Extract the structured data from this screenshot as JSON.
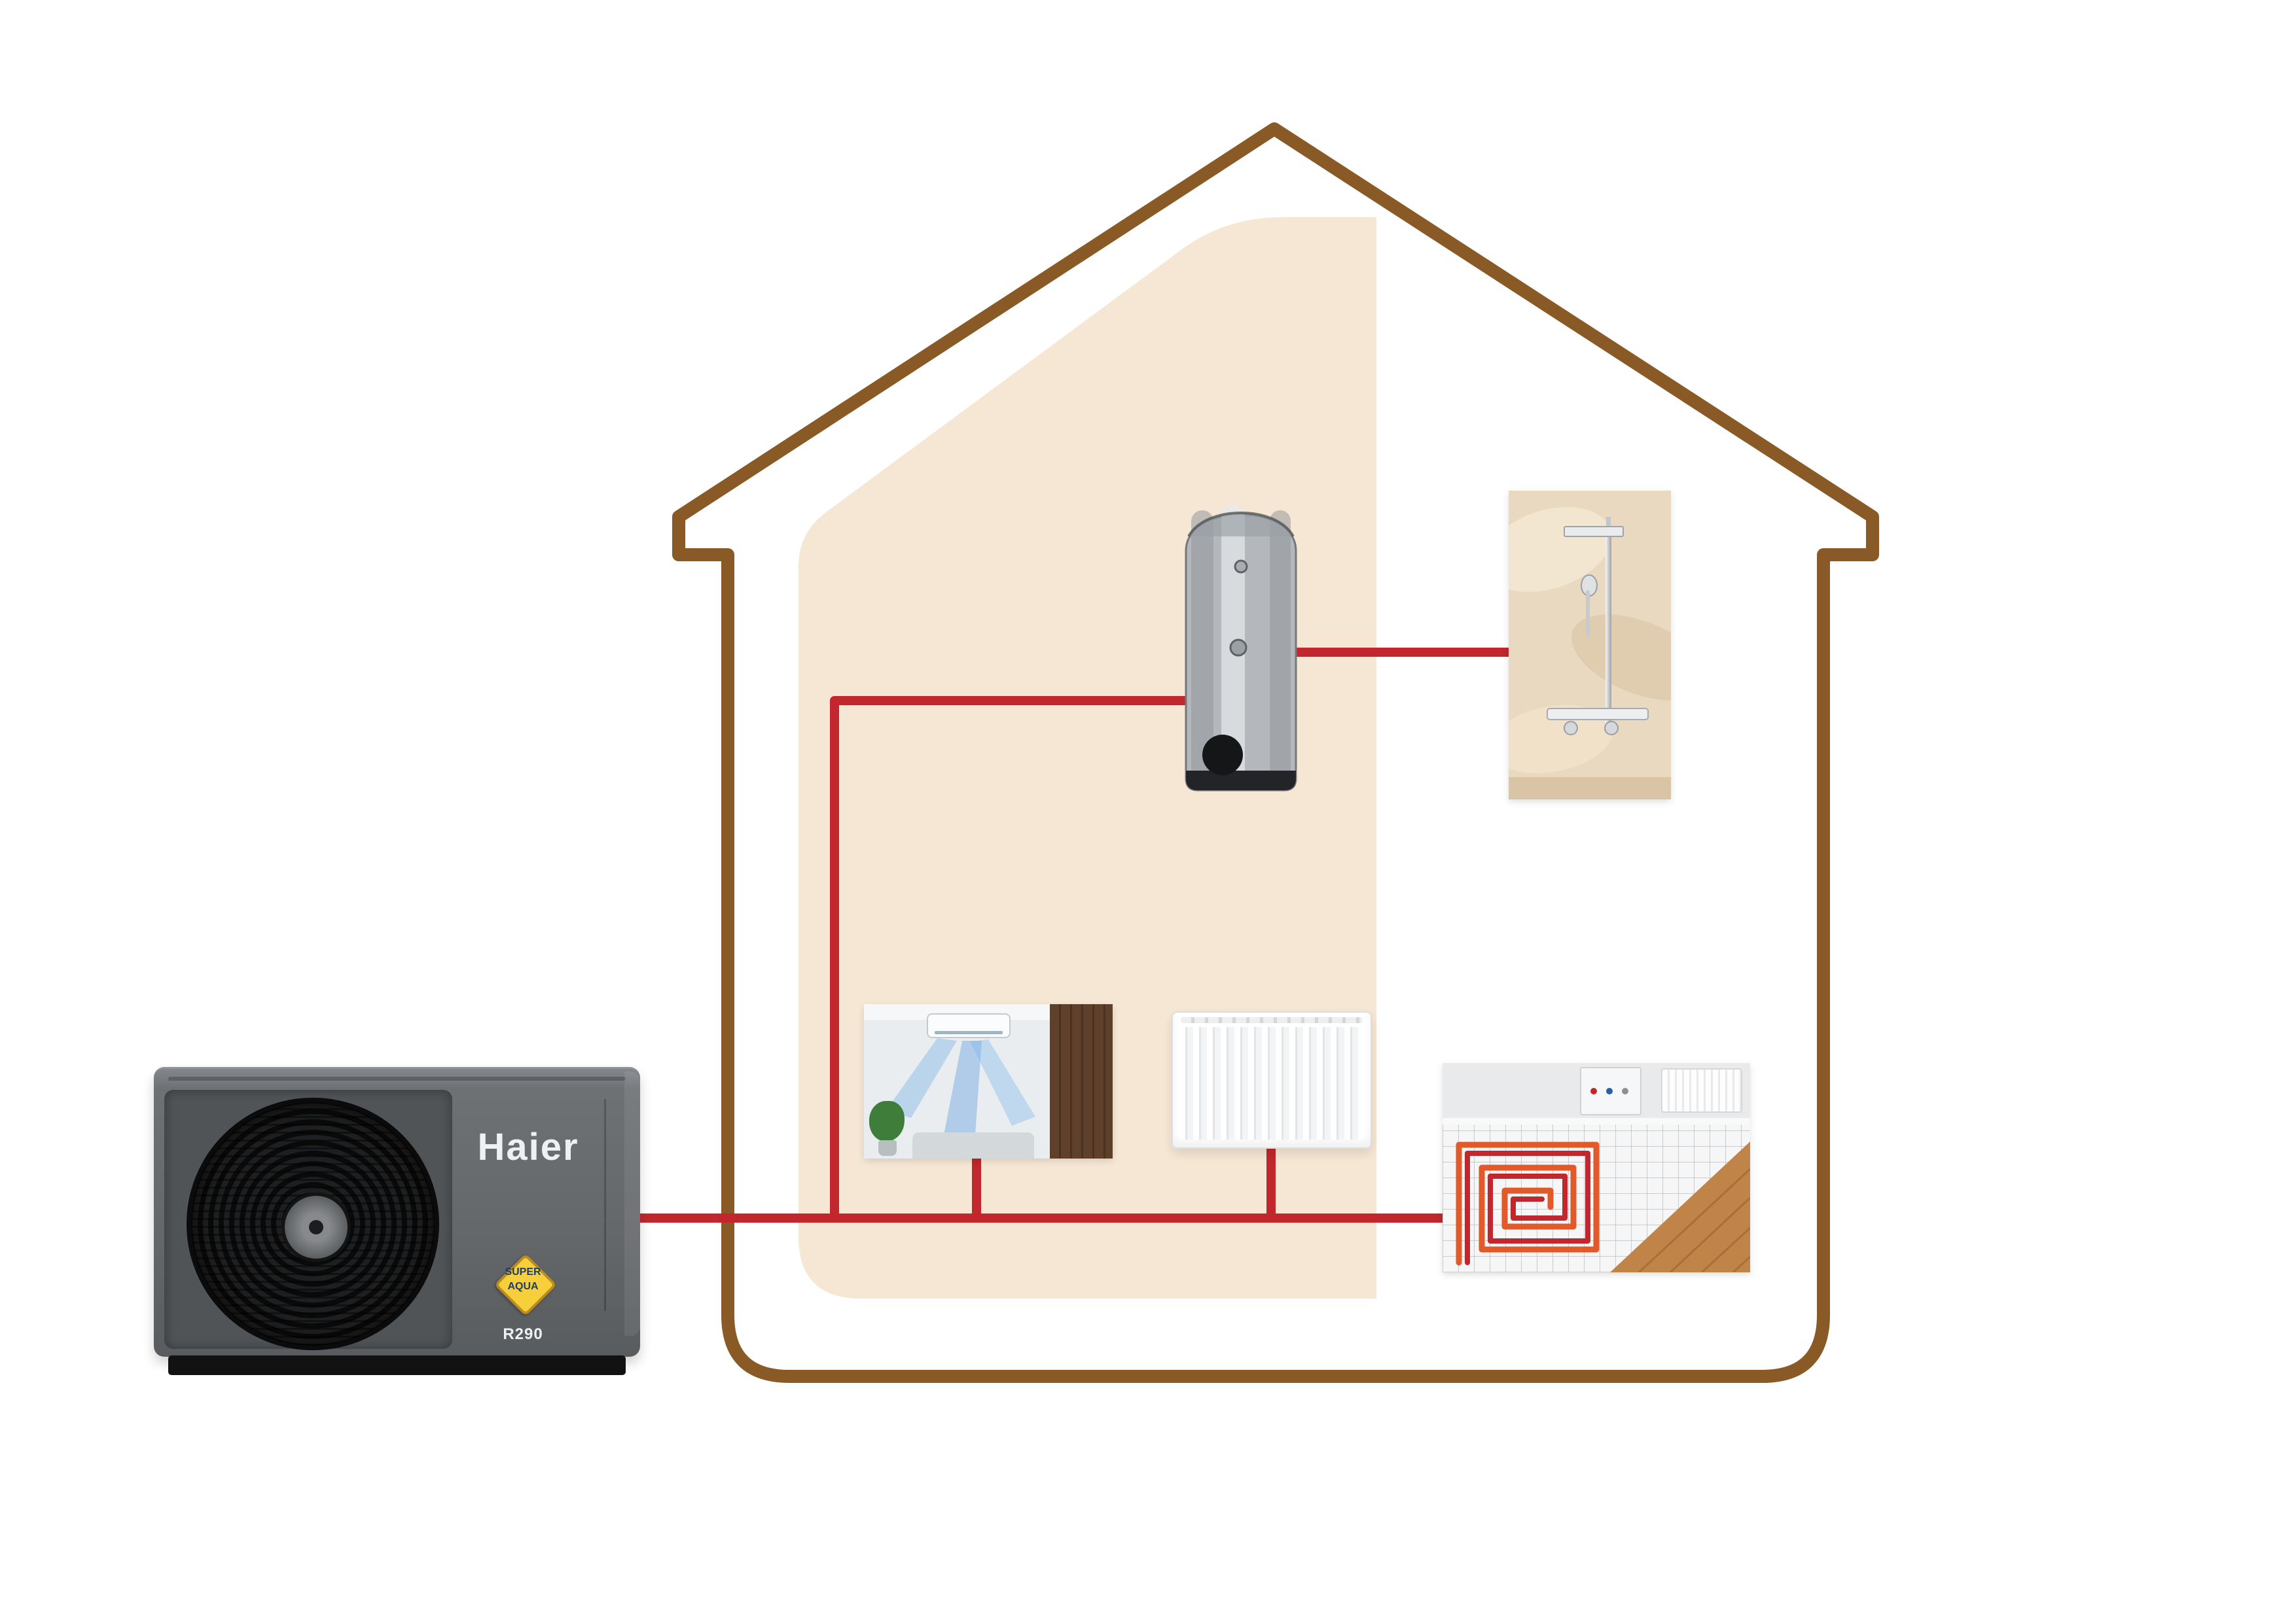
{
  "scene": {
    "background": "#ffffff",
    "house": {
      "outline_color": "#8a5a26",
      "interior_color": "#f6e7d4"
    },
    "pipes": {
      "color": "#c1272d"
    }
  },
  "heat_pump": {
    "brand": "Haier",
    "badge": {
      "line1": "SUPER",
      "line2": "AQUA"
    },
    "model": "R290",
    "body_color": "#65686b",
    "badge_color": "#f6cf3a"
  },
  "components": {
    "heat_pump": "heat-pump-outdoor-unit",
    "tank": "hot-water-storage-tank",
    "shower": "shower-fixture",
    "fan_coil": "indoor-fan-coil-room",
    "radiator": "panel-radiator",
    "floor_heating": "underfloor-heating-floor"
  }
}
